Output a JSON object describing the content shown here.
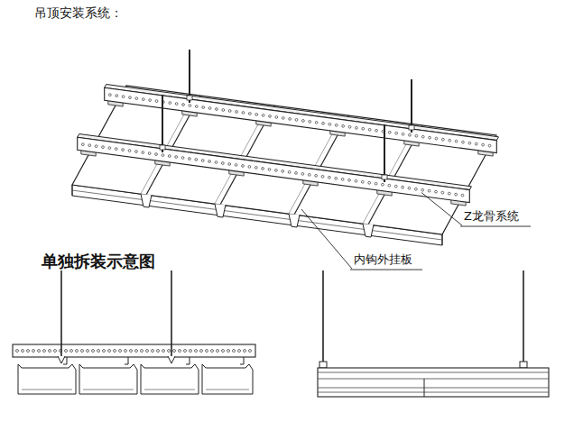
{
  "diagram": {
    "title": "吊顶安装系统：",
    "labels": [
      "Z龙骨系统",
      "内钩外挂板",
      "单独拆装示意图"
    ]
  }
}
